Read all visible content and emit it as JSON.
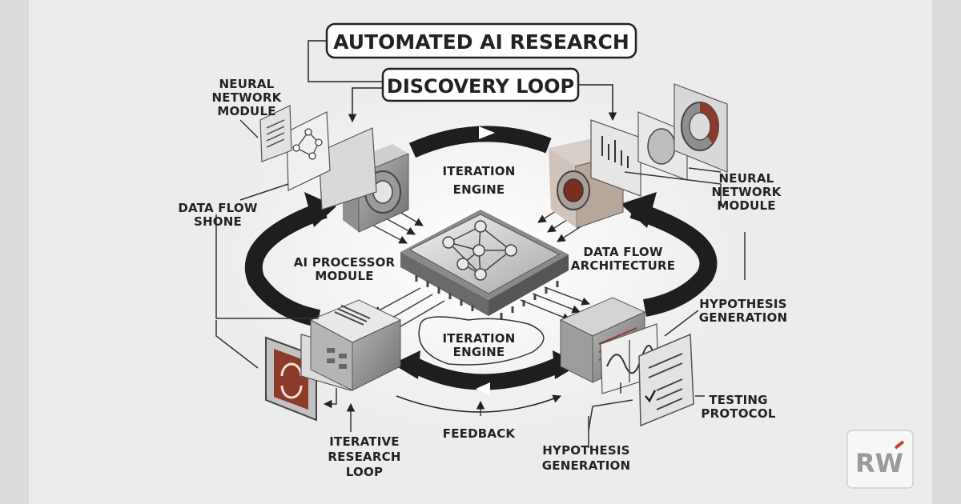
{
  "title": "AUTOMATED AI RESEARCH",
  "subtitle": "DISCOVERY LOOP",
  "labels": {
    "nn_left": [
      "NEURAL",
      "NETWORK",
      "MODULE"
    ],
    "nn_right": [
      "NEURAL",
      "NETWORK",
      "MODULE"
    ],
    "iteration_top": [
      "ITERATION",
      "ENGINE"
    ],
    "iteration_bottom": [
      "ITERATION",
      "ENGINE"
    ],
    "data_flow_left": [
      "DATA FLOW",
      "SHONE"
    ],
    "ai_processor": [
      "AI PROCESSOR",
      "MODULE"
    ],
    "data_flow_arch": [
      "DATA FLOW",
      "ARCHITECTURE"
    ],
    "hypothesis_right": [
      "HYPOTHESIS",
      "GENERATION"
    ],
    "hypothesis_bottom": [
      "HYPOTHESIS",
      "GENERATION"
    ],
    "testing": [
      "TESTING",
      "PROTOCOL"
    ],
    "iterative": [
      "ITERATIVE",
      "RESEARCH",
      "LOOP"
    ],
    "feedback": "FEEDBACK"
  },
  "watermark": "RW",
  "colors": {
    "page": "#ececec",
    "ink": "#222222",
    "panel": "#d3d3d3",
    "accent": "#8c3b2a"
  },
  "icons": [
    "processor-chip-icon",
    "neural-graph-icon",
    "refresh-icon",
    "checklist-icon",
    "waveform-icon",
    "gauge-icon",
    "bar-chart-icon"
  ]
}
